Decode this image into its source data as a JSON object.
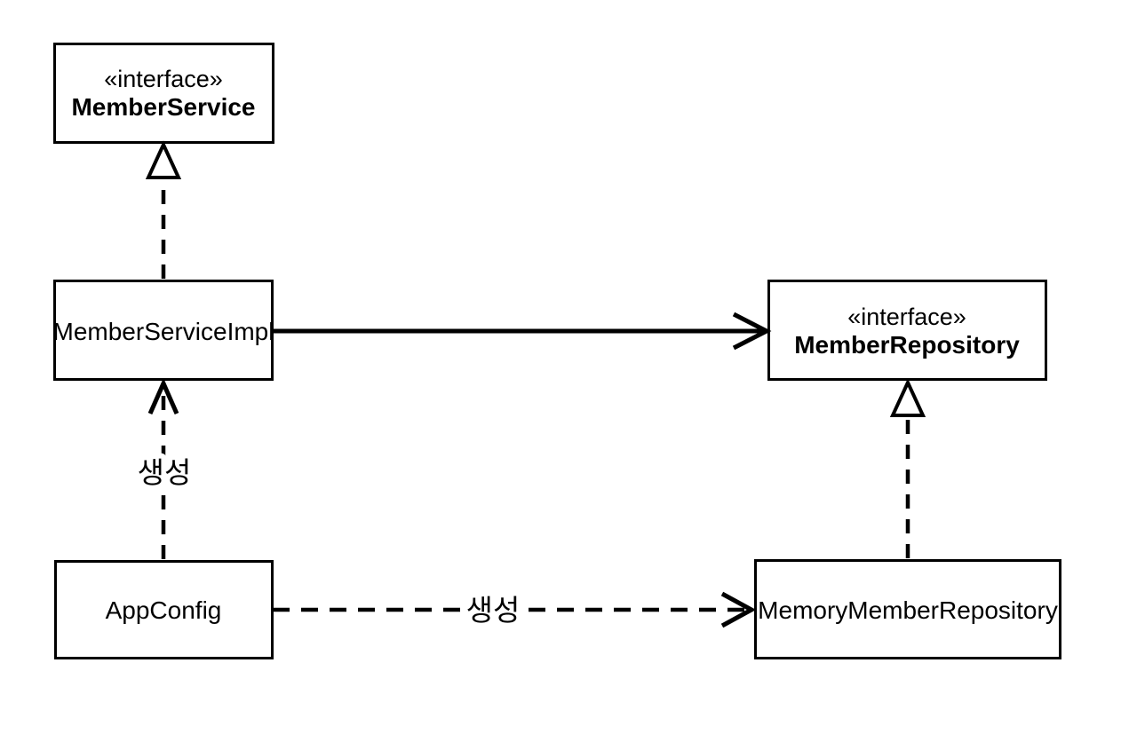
{
  "diagram": {
    "type": "uml-class-diagram",
    "colors": {
      "line": "#000000",
      "node_fill": "#ffffff",
      "background": "#ffffff"
    },
    "nodes": {
      "member_service": {
        "stereotype": "«interface»",
        "label": "MemberService"
      },
      "member_service_impl": {
        "label": "MemberServiceImpl"
      },
      "member_repository": {
        "stereotype": "«interface»",
        "label": "MemberRepository"
      },
      "app_config": {
        "label": "AppConfig"
      },
      "memory_member_repository": {
        "label": "MemoryMemberRepository"
      }
    },
    "edges": {
      "impl_realizes_service": {
        "type": "realization",
        "from": "MemberServiceImpl",
        "to": "MemberService",
        "line_style": "dashed",
        "arrowhead": "hollow-triangle"
      },
      "impl_uses_repository": {
        "type": "association",
        "from": "MemberServiceImpl",
        "to": "MemberRepository",
        "line_style": "solid",
        "arrowhead": "open"
      },
      "memory_realizes_repository": {
        "type": "realization",
        "from": "MemoryMemberRepository",
        "to": "MemberRepository",
        "line_style": "dashed",
        "arrowhead": "hollow-triangle"
      },
      "config_creates_impl": {
        "type": "dependency",
        "label": "생성",
        "from": "AppConfig",
        "to": "MemberServiceImpl",
        "line_style": "dashed",
        "arrowhead": "open"
      },
      "config_creates_memory": {
        "type": "dependency",
        "label": "생성",
        "from": "AppConfig",
        "to": "MemoryMemberRepository",
        "line_style": "dashed",
        "arrowhead": "open"
      }
    }
  }
}
